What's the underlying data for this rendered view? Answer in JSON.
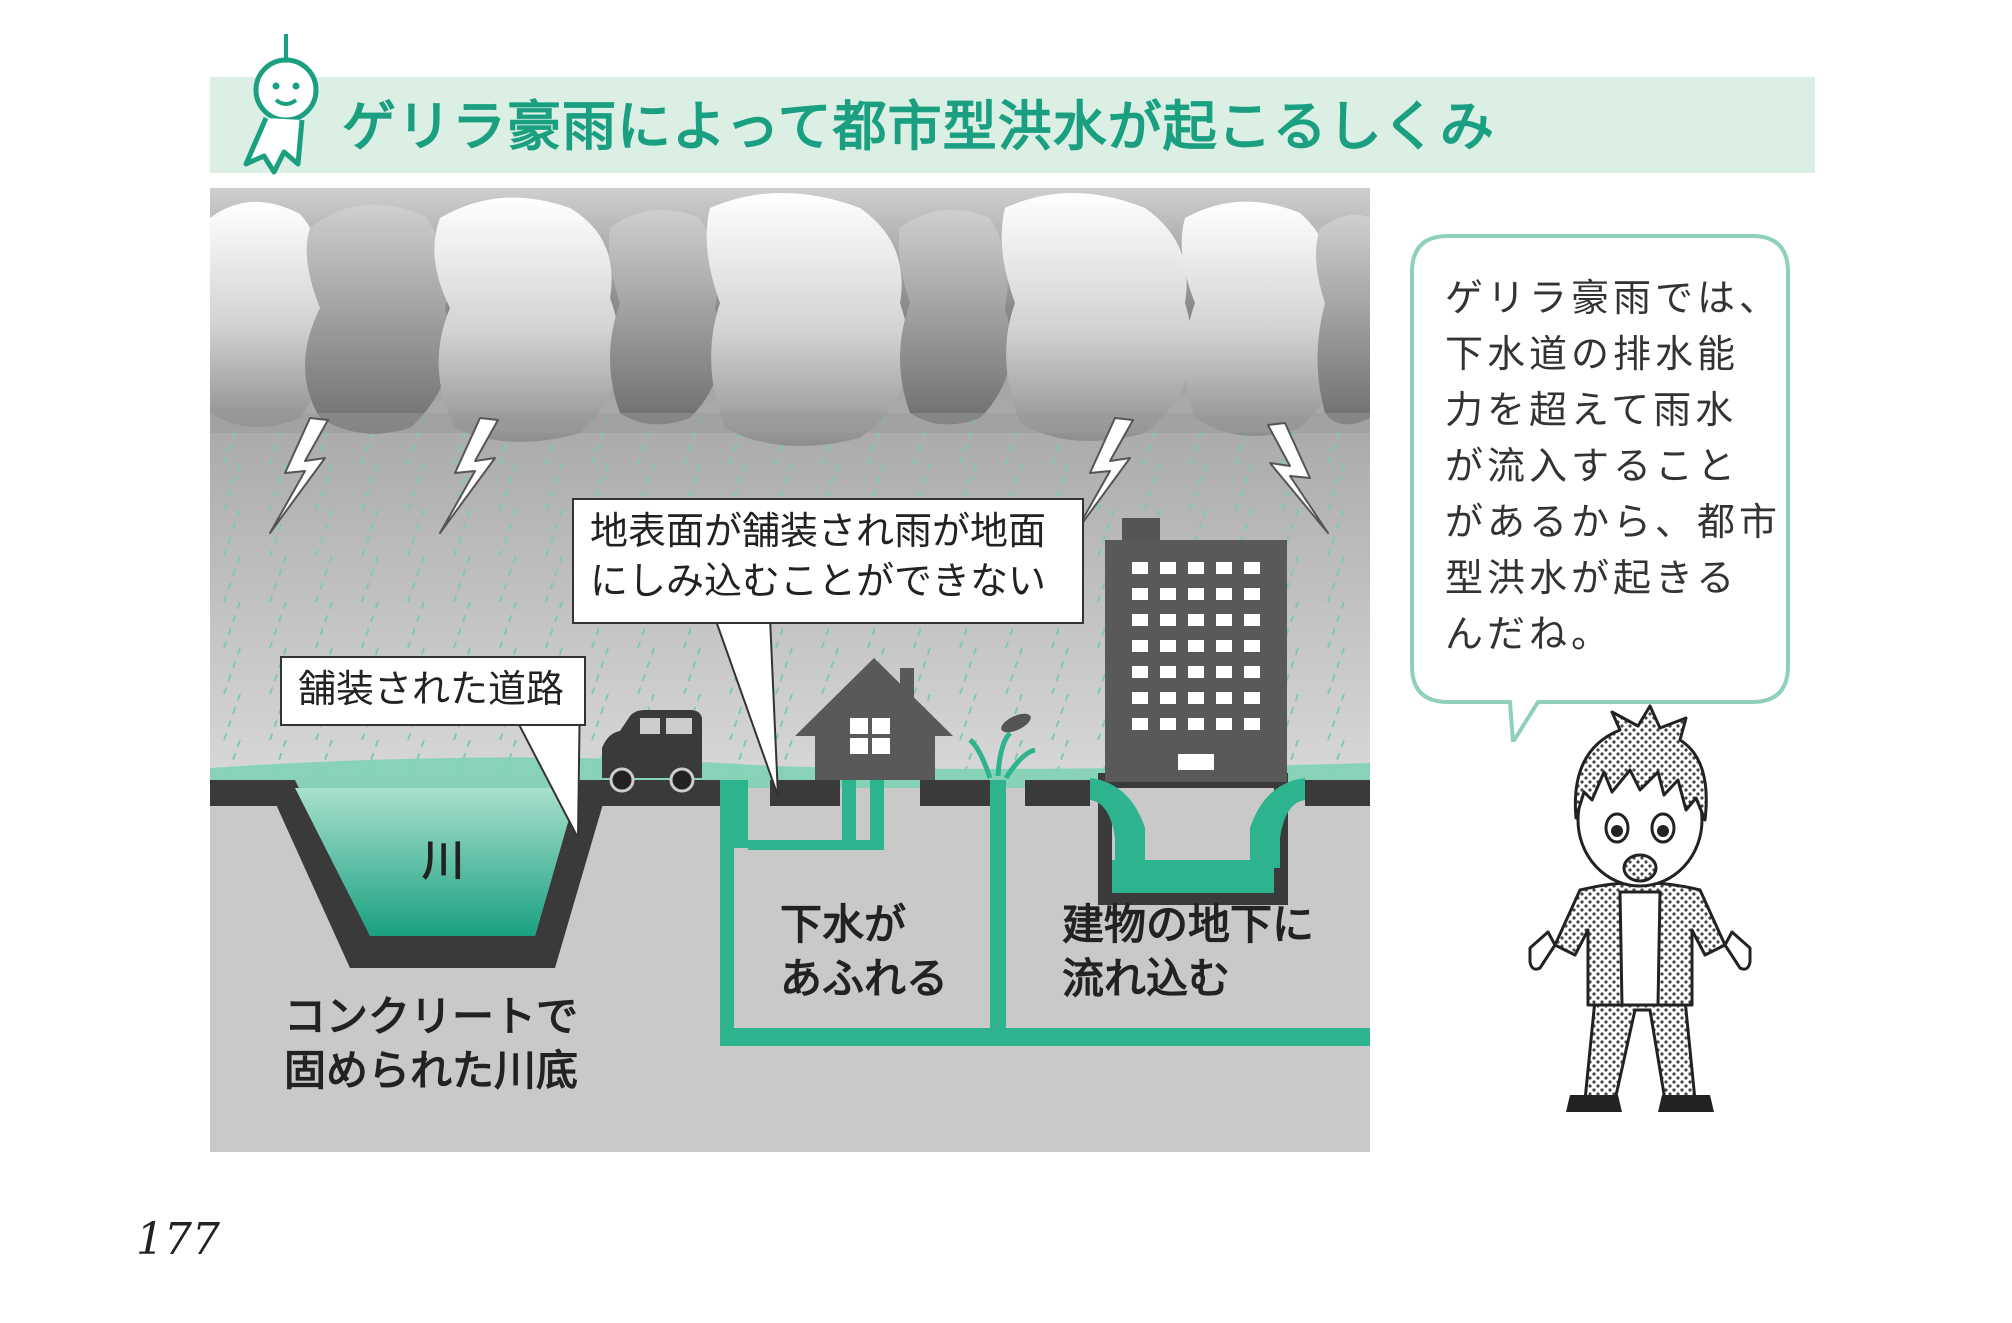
{
  "title": "ゲリラ豪雨によって都市型洪水が起こるしくみ",
  "callouts": {
    "surface": [
      "地表面が舗装され雨が地面",
      "にしみ込むことができない"
    ],
    "road": "舗装された道路"
  },
  "labels": {
    "river": "川",
    "riverbed": [
      "コンクリートで",
      "固められた川底"
    ],
    "sewage": [
      "下水が",
      "あふれる"
    ],
    "basement": [
      "建物の地下に",
      "流れ込む"
    ]
  },
  "speech": [
    "ゲリラ豪雨では、",
    "下水道の排水能",
    "力を超えて雨水",
    "が流入すること",
    "があるから、都市",
    "型洪水が起きる",
    "んだね。"
  ],
  "page_number": "177",
  "colors": {
    "accent": "#1aa081",
    "water": "#2eb38f",
    "title_band": "#dcefe5",
    "ground": "#c9c9c9",
    "asphalt": "#3a3a3a"
  },
  "icons": [
    "teru-teru-bozu-icon",
    "lightning-icon",
    "car-icon",
    "house-icon",
    "building-icon",
    "cloud-icon"
  ]
}
